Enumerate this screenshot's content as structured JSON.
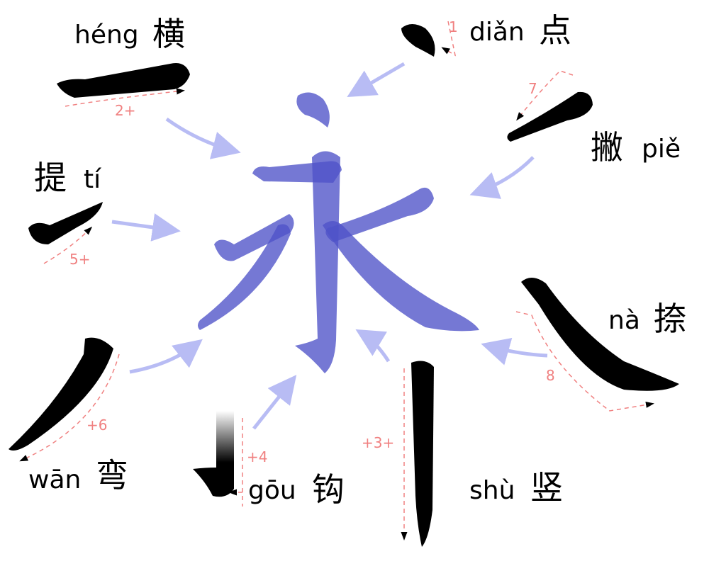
{
  "title_character": "永",
  "strokes": [
    {
      "pinyin": "diǎn",
      "hanzi": "点",
      "order": "1"
    },
    {
      "pinyin": "héng",
      "hanzi": "横",
      "order": "2+"
    },
    {
      "pinyin": "shù",
      "hanzi": "竖",
      "order": "+3+"
    },
    {
      "pinyin": "gōu",
      "hanzi": "钩",
      "order": "+4"
    },
    {
      "pinyin": "tí",
      "hanzi": "提",
      "order": "5+"
    },
    {
      "pinyin": "wān",
      "hanzi": "弯",
      "order": "+6"
    },
    {
      "pinyin": "piě",
      "hanzi": "撇",
      "order": "7"
    },
    {
      "pinyin": "nà",
      "hanzi": "捺",
      "order": "8"
    }
  ],
  "colors": {
    "character": "#4e52c8",
    "arrow": "#b8bcf4",
    "guide": "#f08080",
    "stroke": "#000000"
  }
}
